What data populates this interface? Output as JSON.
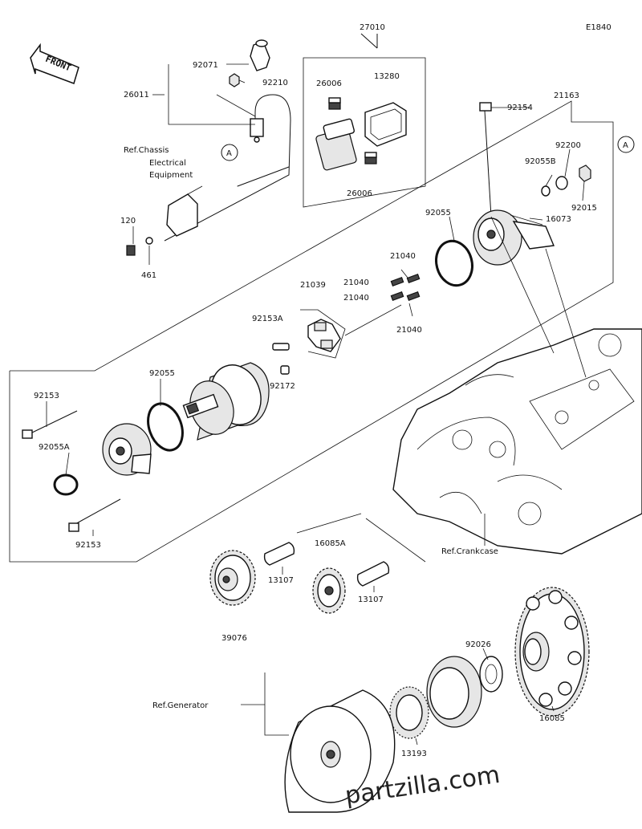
{
  "diagram_code": "E1840",
  "front_label": "FRONT",
  "ref_tag": "A",
  "watermark": "partzilla.com",
  "labels": {
    "p27010": "27010",
    "p92071": "92071",
    "p92210": "92210",
    "p26011": "26011",
    "p26006a": "26006",
    "p13280": "13280",
    "p26006b": "26006",
    "ref_chassis_1": "Ref.Chassis",
    "ref_chassis_2": "Electrical",
    "ref_chassis_3": "Equipment",
    "p120": "120",
    "p461": "461",
    "p21163": "21163",
    "p92154": "92154",
    "p92200": "92200",
    "p92055B": "92055B",
    "p16073": "16073",
    "p92015": "92015",
    "p92055_top": "92055",
    "p21040_a": "21040",
    "p21040_b": "21040",
    "p21040_c": "21040",
    "p21040_d": "21040",
    "p21039": "21039",
    "p92153A": "92153A",
    "p92172": "92172",
    "p92055_mid": "92055",
    "p92153_top": "92153",
    "p92055A": "92055A",
    "p92153_bot": "92153",
    "ref_crankcase": "Ref.Crankcase",
    "p16085A": "16085A",
    "p13107_a": "13107",
    "p13107_b": "13107",
    "p39076": "39076",
    "p92026": "92026",
    "ref_generator": "Ref.Generator",
    "p16085": "16085",
    "p13193": "13193"
  }
}
